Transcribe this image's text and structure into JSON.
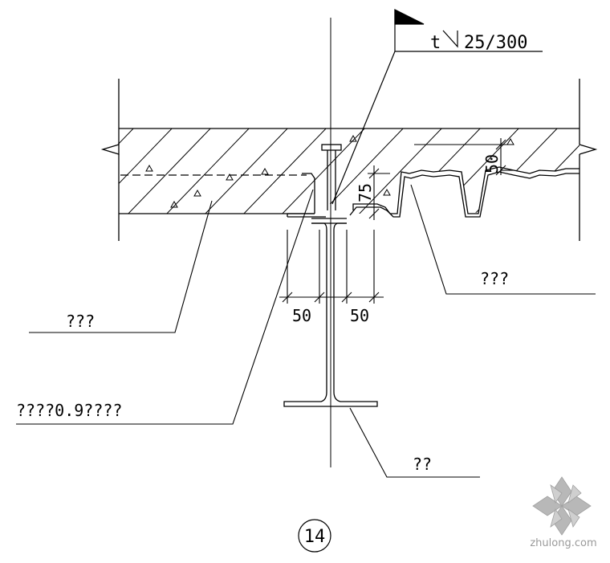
{
  "labels": {
    "weld_symbol": "t",
    "weld_spec": "25/300",
    "dim_deck_height": "50",
    "dim_edge_height": "75",
    "dim_left_flange": "50",
    "dim_right_flange": "50",
    "callout_left_slab": "???",
    "callout_right_deck": "???",
    "callout_edge_plate": "????0.9????",
    "callout_beam": "??",
    "detail_number": "14"
  },
  "watermark": {
    "text": "zhulong.com",
    "logo": "zhulong-logo-icon",
    "color": "#9a9a9a"
  },
  "colors": {
    "line": "#000000",
    "background": "#ffffff"
  }
}
